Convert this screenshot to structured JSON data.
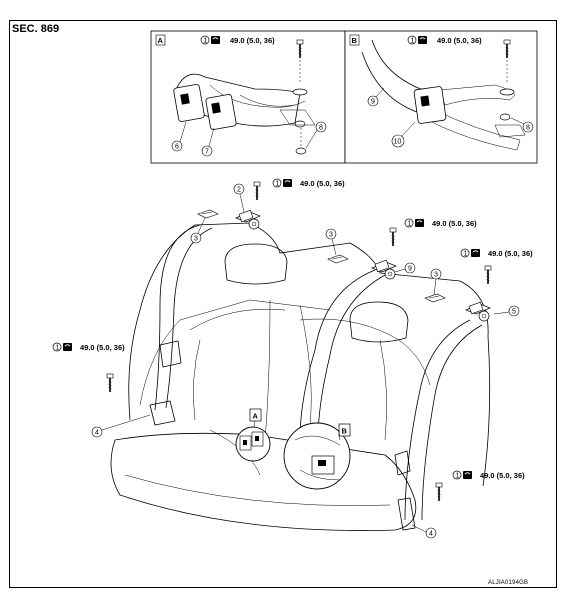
{
  "section_label": "SEC. 869",
  "drawing_code": "ALJIA0194GB",
  "torque_spec": "49.0 (5.0, 36)",
  "view_a_label": "A",
  "view_b_label": "B",
  "callouts": {
    "c1": "1",
    "c2": "2",
    "c3": "3",
    "c4": "4",
    "c5": "5",
    "c6": "6",
    "c7": "7",
    "c8": "8",
    "c9": "9",
    "c10": "10"
  },
  "icons": [
    "torque-wrench-icon"
  ]
}
